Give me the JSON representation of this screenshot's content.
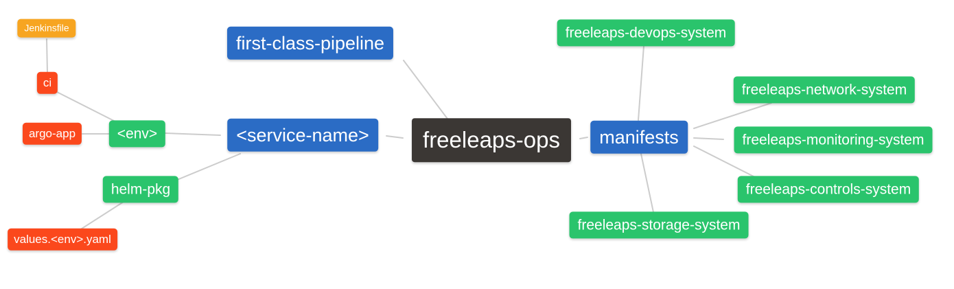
{
  "colors": {
    "root": "#3B3734",
    "blue": "#2B6CC5",
    "green": "#2AC46C",
    "red": "#FB481C",
    "orange": "#F7A521",
    "edge": "#CCCCCC",
    "node_text": "#FFFFFF"
  },
  "nodes": {
    "freeleaps_ops": {
      "label": "freeleaps-ops"
    },
    "first_class_pipeline": {
      "label": "first-class-pipeline"
    },
    "service_name": {
      "label": "<service-name>"
    },
    "manifests": {
      "label": "manifests"
    },
    "env": {
      "label": "<env>"
    },
    "helm_pkg": {
      "label": "helm-pkg"
    },
    "ci": {
      "label": "ci"
    },
    "argo_app": {
      "label": "argo-app"
    },
    "jenkinsfile": {
      "label": "Jenkinsfile"
    },
    "values_env_yaml": {
      "label": "values.<env>.yaml"
    },
    "devops_system": {
      "label": "freeleaps-devops-system"
    },
    "network_system": {
      "label": "freeleaps-network-system"
    },
    "monitoring_system": {
      "label": "freeleaps-monitoring-system"
    },
    "controls_system": {
      "label": "freeleaps-controls-system"
    },
    "storage_system": {
      "label": "freeleaps-storage-system"
    }
  }
}
